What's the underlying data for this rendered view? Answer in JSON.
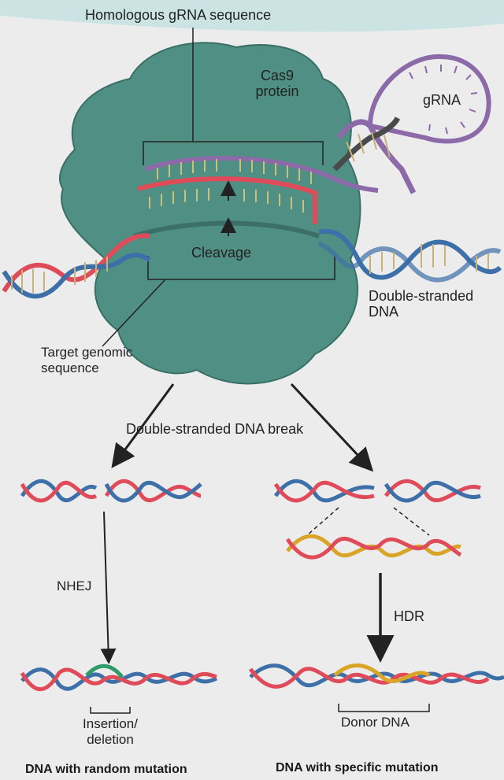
{
  "labels": {
    "homologous_grna": "Homologous gRNA sequence",
    "cas9_line1": "Cas9",
    "cas9_line2": "protein",
    "grna": "gRNA",
    "cleavage": "Cleavage",
    "ds_dna_line1": "Double-stranded",
    "ds_dna_line2": "DNA",
    "target_line1": "Target genomic",
    "target_line2": "sequence",
    "ds_break": "Double-stranded DNA break",
    "nhej": "NHEJ",
    "hdr": "HDR",
    "indel_line1": "Insertion/",
    "indel_line2": "deletion",
    "donor_dna": "Donor DNA",
    "result_random": "DNA with random mutation",
    "result_specific": "DNA with specific mutation"
  },
  "colors": {
    "cas9_protein": "#4f8f84",
    "dna_blue": "#3d6fa8",
    "dna_red": "#c43a3a",
    "dna_gold": "#d9a526",
    "grna_purple": "#8c6aa8",
    "background": "#ececec"
  }
}
